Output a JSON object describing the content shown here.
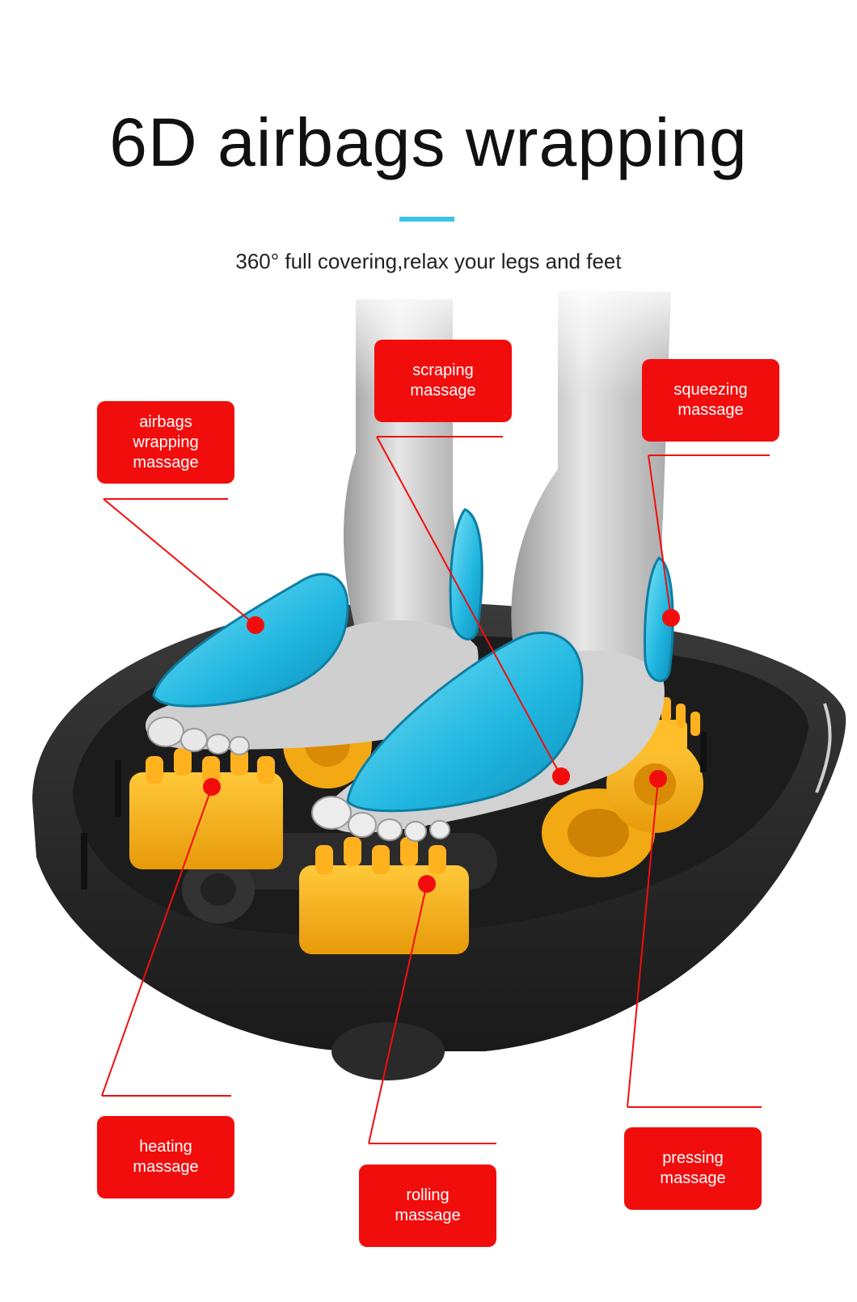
{
  "headline": "6D airbags wrapping",
  "subtitle": "360° full covering,relax your legs and feet",
  "accent_color": "#3cc3ea",
  "label_color": "#f20d0d",
  "labels": {
    "airbags": "airbags\nwrapping massage",
    "scraping": "scraping\nmassage",
    "squeezing": "squeezing\nmassage",
    "heating": "heating\nmassage",
    "rolling": "rolling\nmassage",
    "pressing": "pressing\nmassage"
  }
}
